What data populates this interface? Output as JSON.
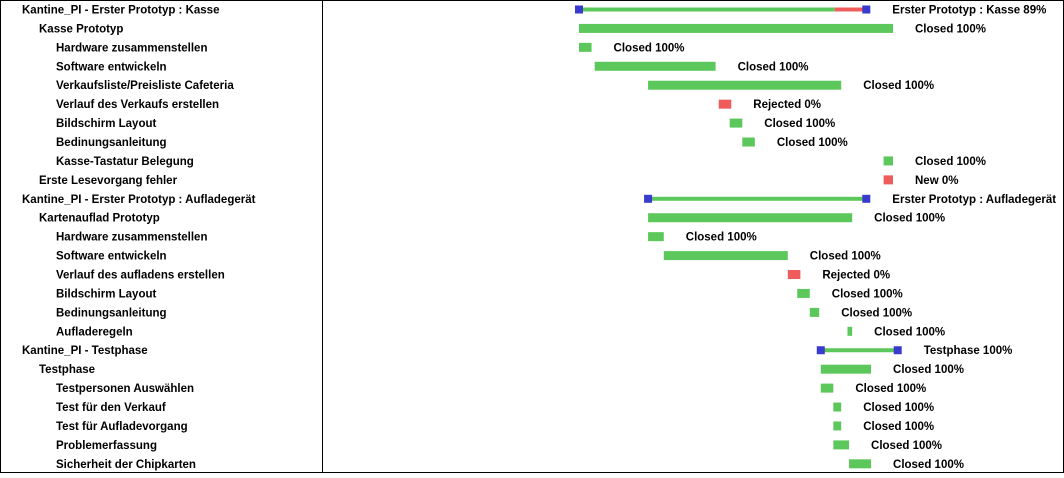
{
  "chart_data": {
    "type": "gantt",
    "colors": {
      "closed": "#5cc85c",
      "rejected": "#ee5c5c",
      "new": "#ee5c5c",
      "milestone": "#3a3acc",
      "summary_line": "#5cc85c",
      "summary_remaining": "#ee5c5c",
      "border": "#000000"
    },
    "rows": [
      {
        "label": "Kantine_PI - Erster Prototyp : Kasse",
        "level": 0,
        "kind": "summary",
        "start": 0.0,
        "end": 18.3,
        "complete": 0.89,
        "status": "Erster Prototyp : Kasse 89%"
      },
      {
        "label": "Kasse Prototyp",
        "level": 1,
        "kind": "task",
        "start": 0.0,
        "end": 20.0,
        "color": "closed",
        "status": "Closed 100%"
      },
      {
        "label": "Hardware zusammenstellen",
        "level": 2,
        "kind": "task",
        "start": 0.0,
        "end": 0.8,
        "color": "closed",
        "status": "Closed 100%"
      },
      {
        "label": "Software entwickeln",
        "level": 2,
        "kind": "task",
        "start": 1.0,
        "end": 8.7,
        "color": "closed",
        "status": "Closed 100%"
      },
      {
        "label": "Verkaufsliste/Preisliste Cafeteria",
        "level": 2,
        "kind": "task",
        "start": 4.4,
        "end": 16.7,
        "color": "closed",
        "status": "Closed 100%"
      },
      {
        "label": "Verlauf des Verkaufs erstellen",
        "level": 2,
        "kind": "task",
        "start": 8.9,
        "end": 9.7,
        "color": "rejected",
        "status": "Rejected 0%"
      },
      {
        "label": "Bildschirm Layout",
        "level": 2,
        "kind": "task",
        "start": 9.6,
        "end": 10.4,
        "color": "closed",
        "status": "Closed 100%"
      },
      {
        "label": "Bedinungsanleitung",
        "level": 2,
        "kind": "task",
        "start": 10.4,
        "end": 11.2,
        "color": "closed",
        "status": "Closed 100%"
      },
      {
        "label": "Kasse-Tastatur Belegung",
        "level": 2,
        "kind": "task",
        "start": 19.4,
        "end": 20.0,
        "color": "closed",
        "status": "Closed 100%"
      },
      {
        "label": "Erste Lesevorgang fehler",
        "level": 1,
        "kind": "task",
        "start": 19.4,
        "end": 20.0,
        "color": "new",
        "status": "New 0%"
      },
      {
        "label": "Kantine_PI - Erster Prototyp : Aufladegerät",
        "level": 0,
        "kind": "summary",
        "start": 4.4,
        "end": 18.3,
        "complete": 1.0,
        "status": "Erster Prototyp : Aufladegerät"
      },
      {
        "label": "Kartenauflad Prototyp",
        "level": 1,
        "kind": "task",
        "start": 4.4,
        "end": 17.4,
        "color": "closed",
        "status": "Closed 100%"
      },
      {
        "label": "Hardware zusammenstellen",
        "level": 2,
        "kind": "task",
        "start": 4.4,
        "end": 5.4,
        "color": "closed",
        "status": "Closed 100%"
      },
      {
        "label": "Software entwickeln",
        "level": 2,
        "kind": "task",
        "start": 5.4,
        "end": 13.3,
        "color": "closed",
        "status": "Closed 100%"
      },
      {
        "label": "Verlauf des aufladens erstellen",
        "level": 2,
        "kind": "task",
        "start": 13.3,
        "end": 14.1,
        "color": "rejected",
        "status": "Rejected 0%"
      },
      {
        "label": "Bildschirm Layout",
        "level": 2,
        "kind": "task",
        "start": 13.9,
        "end": 14.7,
        "color": "closed",
        "status": "Closed 100%"
      },
      {
        "label": "Bedinungsanleitung",
        "level": 2,
        "kind": "task",
        "start": 14.7,
        "end": 15.3,
        "color": "closed",
        "status": "Closed 100%"
      },
      {
        "label": "Aufladeregeln",
        "level": 2,
        "kind": "task",
        "start": 17.1,
        "end": 17.4,
        "color": "closed",
        "status": "Closed 100%"
      },
      {
        "label": "Kantine_PI - Testphase",
        "level": 0,
        "kind": "summary",
        "start": 15.4,
        "end": 20.3,
        "complete": 1.0,
        "status": "Testphase 100%"
      },
      {
        "label": "Testphase",
        "level": 1,
        "kind": "task",
        "start": 15.4,
        "end": 18.6,
        "color": "closed",
        "status": "Closed 100%"
      },
      {
        "label": "Testpersonen Auswählen",
        "level": 2,
        "kind": "task",
        "start": 15.4,
        "end": 16.2,
        "color": "closed",
        "status": "Closed 100%"
      },
      {
        "label": "Test für den Verkauf",
        "level": 2,
        "kind": "task",
        "start": 16.2,
        "end": 16.7,
        "color": "closed",
        "status": "Closed 100%"
      },
      {
        "label": "Test für Aufladevorgang",
        "level": 2,
        "kind": "task",
        "start": 16.2,
        "end": 16.7,
        "color": "closed",
        "status": "Closed 100%"
      },
      {
        "label": "Problemerfassung",
        "level": 2,
        "kind": "task",
        "start": 16.2,
        "end": 17.2,
        "color": "closed",
        "status": "Closed 100%"
      },
      {
        "label": "Sicherheit der Chipkarten",
        "level": 2,
        "kind": "task",
        "start": 17.2,
        "end": 18.6,
        "color": "closed",
        "status": "Closed 100%"
      }
    ]
  }
}
